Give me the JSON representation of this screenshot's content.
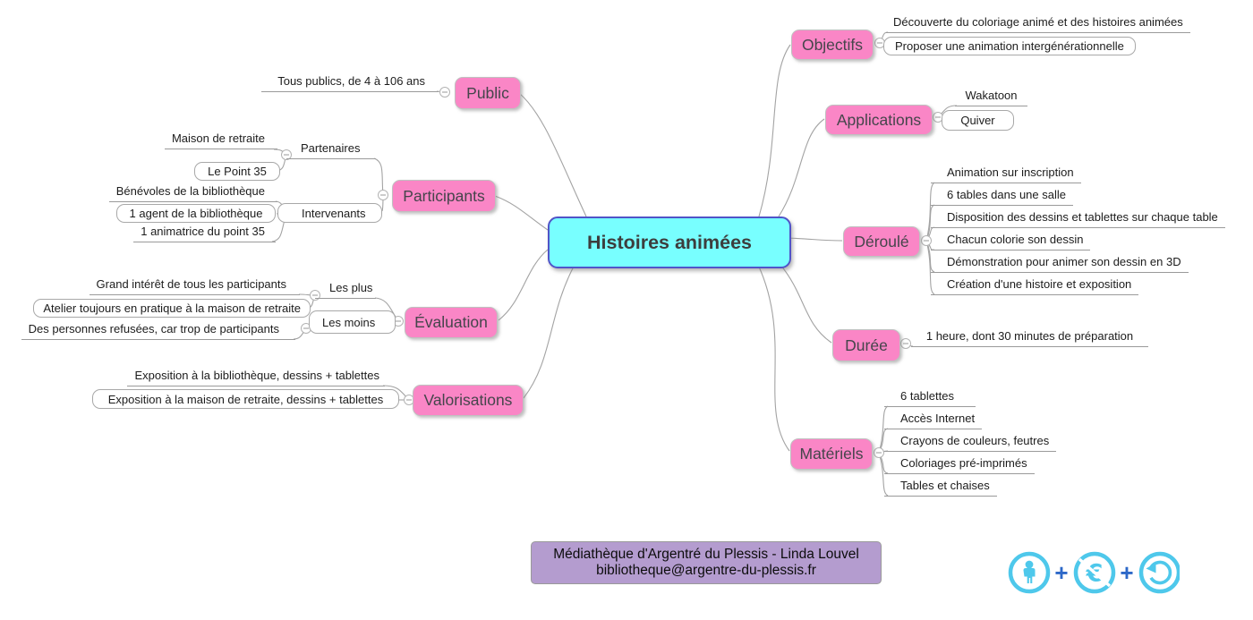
{
  "root": {
    "label": "Histoires animées"
  },
  "branches": {
    "objectifs": {
      "label": "Objectifs",
      "children": [
        "Découverte du coloriage animé et des histoires animées",
        "Proposer une animation intergénérationnelle"
      ]
    },
    "applications": {
      "label": "Applications",
      "children": [
        "Wakatoon",
        "Quiver"
      ]
    },
    "deroule": {
      "label": "Déroulé",
      "children": [
        "Animation sur inscription",
        "6 tables dans une salle",
        "Disposition des dessins et tablettes sur chaque table",
        "Chacun colorie son dessin",
        "Démonstration pour animer son dessin en 3D",
        "Création d'une histoire et exposition"
      ]
    },
    "duree": {
      "label": "Durée",
      "children": [
        "1 heure, dont 30 minutes de préparation"
      ]
    },
    "materiels": {
      "label": "Matériels",
      "children": [
        "6 tablettes",
        "Accès Internet",
        "Crayons de couleurs, feutres",
        "Coloriages pré-imprimés",
        "Tables et chaises"
      ]
    },
    "public": {
      "label": "Public",
      "children": [
        "Tous publics, de 4 à 106 ans"
      ]
    },
    "participants": {
      "label": "Participants",
      "groups": [
        {
          "label": "Partenaires",
          "children": [
            "Maison de retraite",
            "Le Point 35"
          ]
        },
        {
          "label": "Intervenants",
          "children": [
            "Bénévoles de la bibliothèque",
            "1 agent de la bibliothèque",
            "1 animatrice du point 35"
          ]
        }
      ]
    },
    "evaluation": {
      "label": "Évaluation",
      "groups": [
        {
          "label": "Les plus",
          "children": [
            "Grand intérêt de tous les participants",
            "Atelier toujours en pratique à la maison de retraite"
          ]
        },
        {
          "label": "Les moins",
          "children": [
            "Des personnes refusées, car trop de participants"
          ]
        }
      ]
    },
    "valorisations": {
      "label": "Valorisations",
      "children": [
        "Exposition à la bibliothèque, dessins + tablettes",
        "Exposition à la maison de retraite, dessins + tablettes"
      ]
    }
  },
  "footer": {
    "line1": "Médiathèque d'Argentré du Plessis - Linda Louvel",
    "line2": "bibliotheque@argentre-du-plessis.fr"
  },
  "license": {
    "separator": "+",
    "icons": [
      "cc-attribution",
      "cc-noncommercial-euro",
      "cc-sharealike"
    ]
  },
  "colors": {
    "branch_fill": "#fa86c6",
    "root_fill": "#78ffff",
    "root_border": "#5054c8",
    "footer_fill": "#b49ccf",
    "icon_blue": "#4ec8eb",
    "plus_blue": "#2d68c8",
    "edge_gray": "#a3a3a3"
  }
}
